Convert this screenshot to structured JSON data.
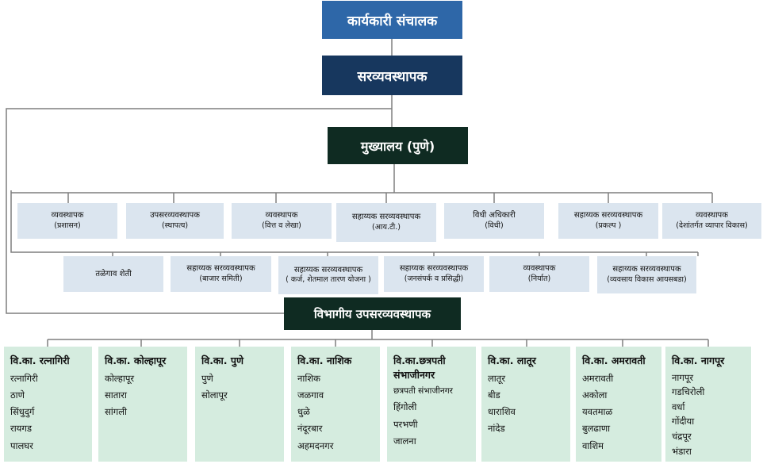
{
  "top": {
    "executive_director": "कार्यकारी संचालक",
    "general_manager": "सरव्यवस्थापक",
    "headquarters": "मुख्यालय (पुणे)",
    "divisional_deputy": "विभागीय उपसरव्यवस्थापक"
  },
  "departments_row1": [
    {
      "title": "व्यवस्थापक",
      "sub": "(प्रशासन)"
    },
    {
      "title": "उपसरव्यवस्थापक",
      "sub": "(स्थापत्य)"
    },
    {
      "title": "व्यवस्थापक",
      "sub": "(वित्त व लेखा)"
    },
    {
      "title": "सहाय्यक सरव्यवस्थापक",
      "sub": "(आय.टी.)"
    },
    {
      "title": "विधी अधिकारी",
      "sub": "(विधी)"
    },
    {
      "title": "सहाय्यक सरव्यवस्थापक",
      "sub": "(प्रकल्प )"
    },
    {
      "title": "व्यवस्थापक",
      "sub": "(देशांतर्गत व्यापार विकास)"
    }
  ],
  "departments_row2": [
    {
      "title": "तळेगाव शेती",
      "sub": ""
    },
    {
      "title": "सहाय्यक सरव्यवस्थापक",
      "sub": "(बाजार समिती)"
    },
    {
      "title": "सहाय्यक सरव्यवस्थापक",
      "sub": "( कर्ज, शेतमाल तारण योजना )"
    },
    {
      "title": "सहाय्यक सरव्यवस्थापक",
      "sub": "(जनसंपर्क व प्रसिद्धी)"
    },
    {
      "title": "व्यवस्थापक",
      "sub": "(निर्यात)"
    },
    {
      "title": "सहाय्यक सरव्यवस्थापक",
      "sub": "(व्यवसाय विकास आयसबडा)"
    }
  ],
  "divisions": [
    {
      "title": "वि.का. रत्नागिरी",
      "items": [
        "रत्नागिरी",
        "ठाणे",
        "सिंधुदुर्ग",
        "रायगड",
        "पालघर"
      ]
    },
    {
      "title": "वि.का. कोल्हापूर",
      "items": [
        "कोल्हापूर",
        "सातारा",
        "सांगली"
      ]
    },
    {
      "title": "वि.का. पुणे",
      "items": [
        "पुणे",
        "सोलापूर"
      ]
    },
    {
      "title": "वि.का. नाशिक",
      "items": [
        "नाशिक",
        "जळगाव",
        "धुळे",
        "नंदूरबार",
        "अहमदनगर"
      ]
    },
    {
      "title": "वि.का.छत्रपती संभाजीनगर",
      "items": [
        "छत्रपती संभाजीनगर",
        "हिंगोली",
        "परभणी",
        "जालना"
      ]
    },
    {
      "title": "वि.का. लातूर",
      "items": [
        "लातूर",
        "बीड",
        "धाराशिव",
        "नांदेड"
      ]
    },
    {
      "title": "वि.का. अमरावती",
      "items": [
        "अमरावती",
        "अकोला",
        "यवतमाळ",
        "बुलढाणा",
        "वाशिम"
      ]
    },
    {
      "title": "वि.का. नागपूर",
      "items": [
        "नागपूर",
        "गडचिरोली",
        "वर्धा",
        "गोंदीया",
        "चंद्रपूर",
        "भंडारा"
      ]
    }
  ]
}
